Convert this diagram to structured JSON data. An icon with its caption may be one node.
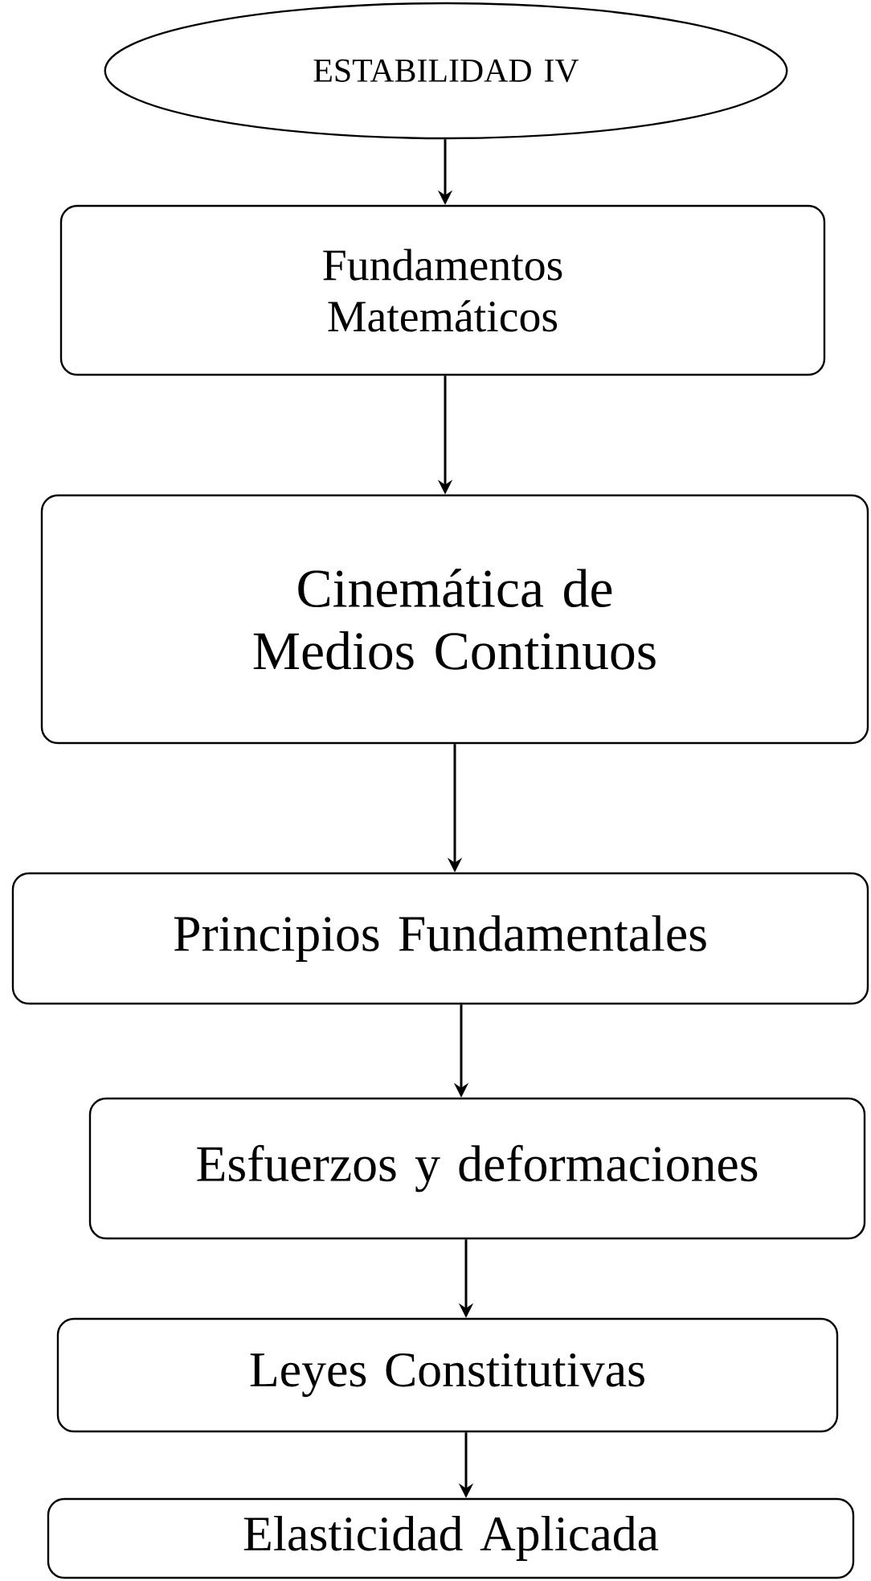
{
  "diagram": {
    "nodes": [
      {
        "text": [
          "ESTABILIDAD IV"
        ]
      },
      {
        "text": [
          "Fundamentos Matemáticos"
        ]
      },
      {
        "text": [
          "Cinemática de Medios Continuos"
        ]
      },
      {
        "text": [
          "Principios Fundamentales"
        ]
      },
      {
        "text": [
          "Esfuerzos y deformaciones"
        ]
      },
      {
        "text": [
          "Leyes Constitutivas"
        ]
      },
      {
        "text": [
          "Elasticidad Aplicada"
        ]
      }
    ],
    "edges": [
      {
        "from": 0,
        "to": 1,
        "arrow": "to"
      },
      {
        "from": 1,
        "to": 2,
        "arrow": "to"
      },
      {
        "from": 2,
        "to": 3,
        "arrow": "to"
      },
      {
        "from": 3,
        "to": 4,
        "arrow": "to"
      },
      {
        "from": 4,
        "to": 5,
        "arrow": "to"
      },
      {
        "from": 5,
        "to": 6,
        "arrow": "to"
      }
    ]
  }
}
